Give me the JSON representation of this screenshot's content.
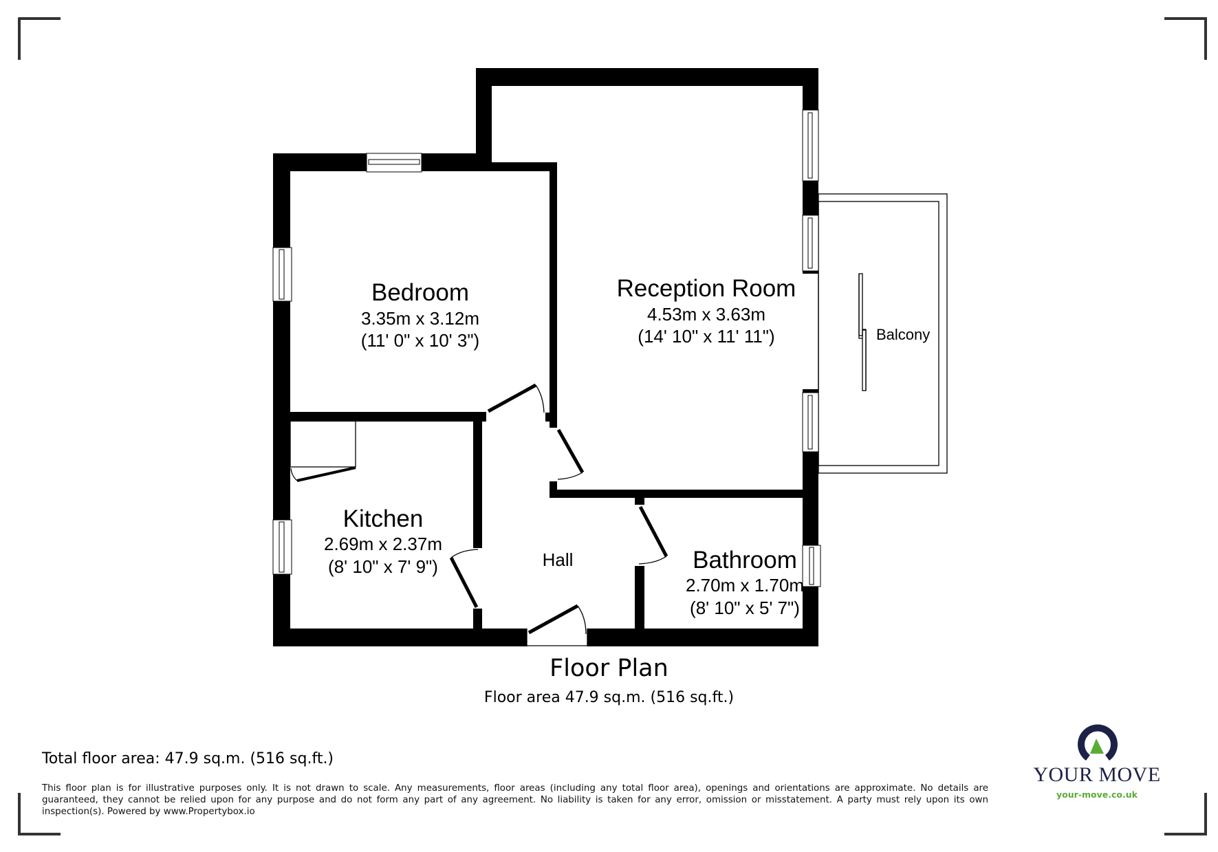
{
  "floor_plan": {
    "title": "Floor Plan",
    "floor_area": "Floor area 47.9 sq.m. (516 sq.ft.)",
    "rooms": [
      {
        "name": "Bedroom",
        "metric": "3.35m x 3.12m",
        "imperial": "(11' 0\" x 10' 3\")"
      },
      {
        "name": "Reception Room",
        "metric": "4.53m x 3.63m",
        "imperial": "(14' 10\" x 11' 11\")"
      },
      {
        "name": "Kitchen",
        "metric": "2.69m x 2.37m",
        "imperial": "(8' 10\" x 7' 9\")"
      },
      {
        "name": "Bathroom",
        "metric": "2.70m x 1.70m",
        "imperial": "(8' 10\" x 5' 7\")"
      }
    ],
    "hall_label": "Hall",
    "balcony_label": "Balcony"
  },
  "footer": {
    "total_area": "Total floor area: 47.9 sq.m. (516 sq.ft.)",
    "disclaimer": "This floor plan is for illustrative purposes only. It is not drawn to scale. Any measurements, floor areas (including any total floor area), openings and orientations are approximate. No details are guaranteed, they cannot be relied upon for any purpose and do not form any part of any agreement. No liability is taken for any error, omission or misstatement. A party must rely upon its own inspection(s). Powered by www.Propertybox.io"
  },
  "logo": {
    "name": "YOUR MOVE",
    "url": "your-move.co.uk",
    "icon": "location-ring-icon",
    "colors": {
      "navy": "#1e2147",
      "green": "#5aac35"
    }
  },
  "colors": {
    "wall": "#000000",
    "corner_marks": "#333333",
    "background": "#ffffff"
  }
}
